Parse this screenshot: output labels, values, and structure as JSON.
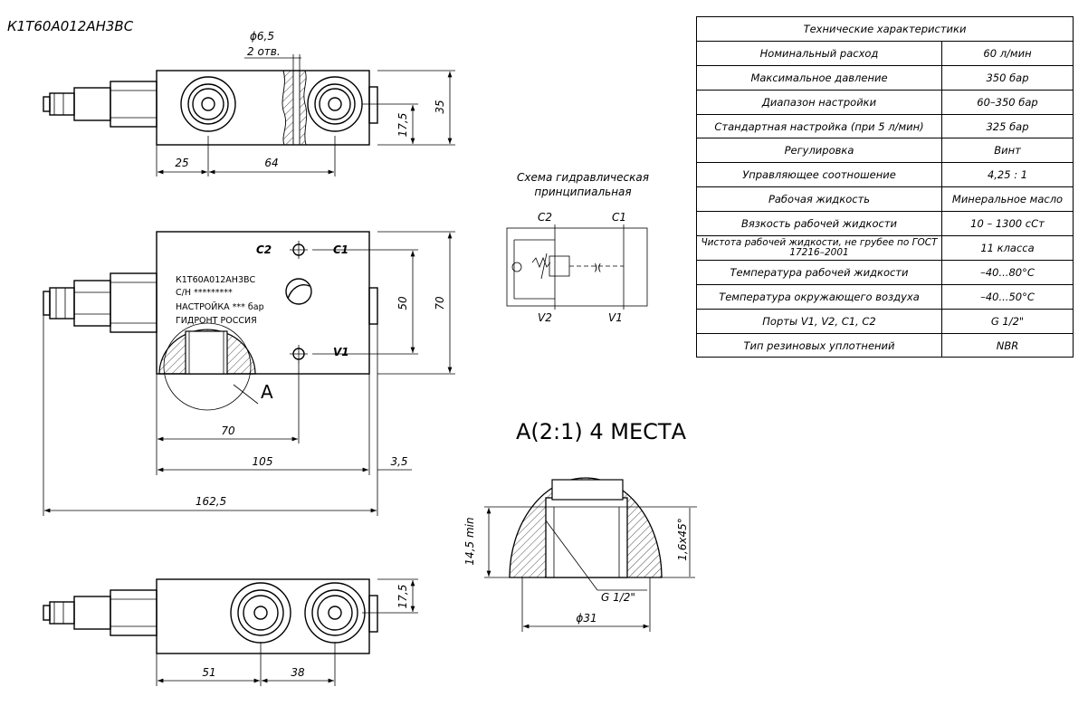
{
  "drawing": {
    "code": "К1Т60А012АН3ВС",
    "hole_label": "ϕ6,5",
    "hole_count": "2 отв.",
    "section_label": "A",
    "detail_title": "A(2:1) 4 МЕСТА",
    "thread": "G 1/2\"",
    "scheme_title_1": "Схема гидравлическая",
    "scheme_title_2": "принципиальная"
  },
  "dimensions": {
    "d25": "25",
    "d64": "64",
    "d35": "35",
    "d17_5_top": "17,5",
    "d50": "50",
    "d70v": "70",
    "d70h": "70",
    "d105": "105",
    "d3_5": "3,5",
    "d162_5": "162,5",
    "d51": "51",
    "d38": "38",
    "d17_5_bottom": "17,5",
    "d14_5": "14,5 min",
    "d1_6": "1,6x45°",
    "d31": "ϕ31"
  },
  "ports": {
    "c1": "C1",
    "c2": "C2",
    "v1": "V1",
    "v2": "V2"
  },
  "nameplate": {
    "line1": "К1Т60А012АН3ВС",
    "line2": "C/H *********",
    "line3": "НАСТРОЙКА *** бар",
    "line4": "ГИДРОНТ РОССИЯ"
  },
  "specs": {
    "title": "Технические характеристики",
    "rows": [
      {
        "name": "Номинальный расход",
        "value": "60 л/мин"
      },
      {
        "name": "Максимальное давление",
        "value": "350 бар"
      },
      {
        "name": "Диапазон настройки",
        "value": "60–350 бар"
      },
      {
        "name": "Стандартная настройка (при 5 л/мин)",
        "value": "325 бар"
      },
      {
        "name": "Регулировка",
        "value": "Винт"
      },
      {
        "name": "Управляющее соотношение",
        "value": "4,25 : 1"
      },
      {
        "name": "Рабочая жидкость",
        "value": "Минеральное масло"
      },
      {
        "name": "Вязкость рабочей жидкости",
        "value": "10 – 1300 сСт"
      },
      {
        "name": "Чистота рабочей жидкости, не грубее по ГОСТ 17216–2001",
        "value": "11 класса"
      },
      {
        "name": "Температура рабочей жидкости",
        "value": "–40...80°С"
      },
      {
        "name": "Температура окружающего воздуха",
        "value": "–40...50°С"
      },
      {
        "name": "Порты V1, V2, C1, C2",
        "value": "G 1/2\""
      },
      {
        "name": "Тип резиновых уплотнений",
        "value": "NBR"
      }
    ]
  }
}
